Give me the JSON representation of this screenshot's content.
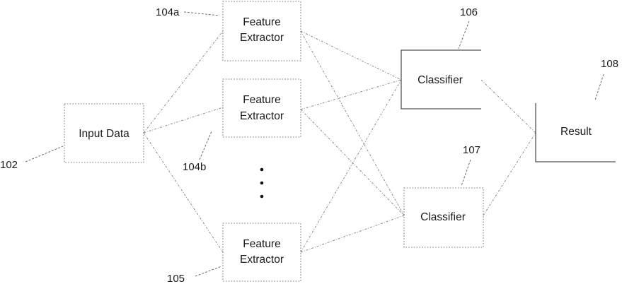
{
  "nodes": {
    "input": {
      "label": "Input Data",
      "ref": "102"
    },
    "fe1": {
      "label": [
        "Feature",
        "Extractor"
      ],
      "ref": "104a"
    },
    "fe2": {
      "label": [
        "Feature",
        "Extractor"
      ],
      "ref": "104b"
    },
    "fe3": {
      "label": [
        "Feature",
        "Extractor"
      ],
      "ref": "105"
    },
    "clf1": {
      "label": "Classifier",
      "ref": "106"
    },
    "clf2": {
      "label": "Classifier",
      "ref": "107"
    },
    "result": {
      "label": "Result",
      "ref": "108"
    }
  },
  "ellipsis": "vertical-dots"
}
